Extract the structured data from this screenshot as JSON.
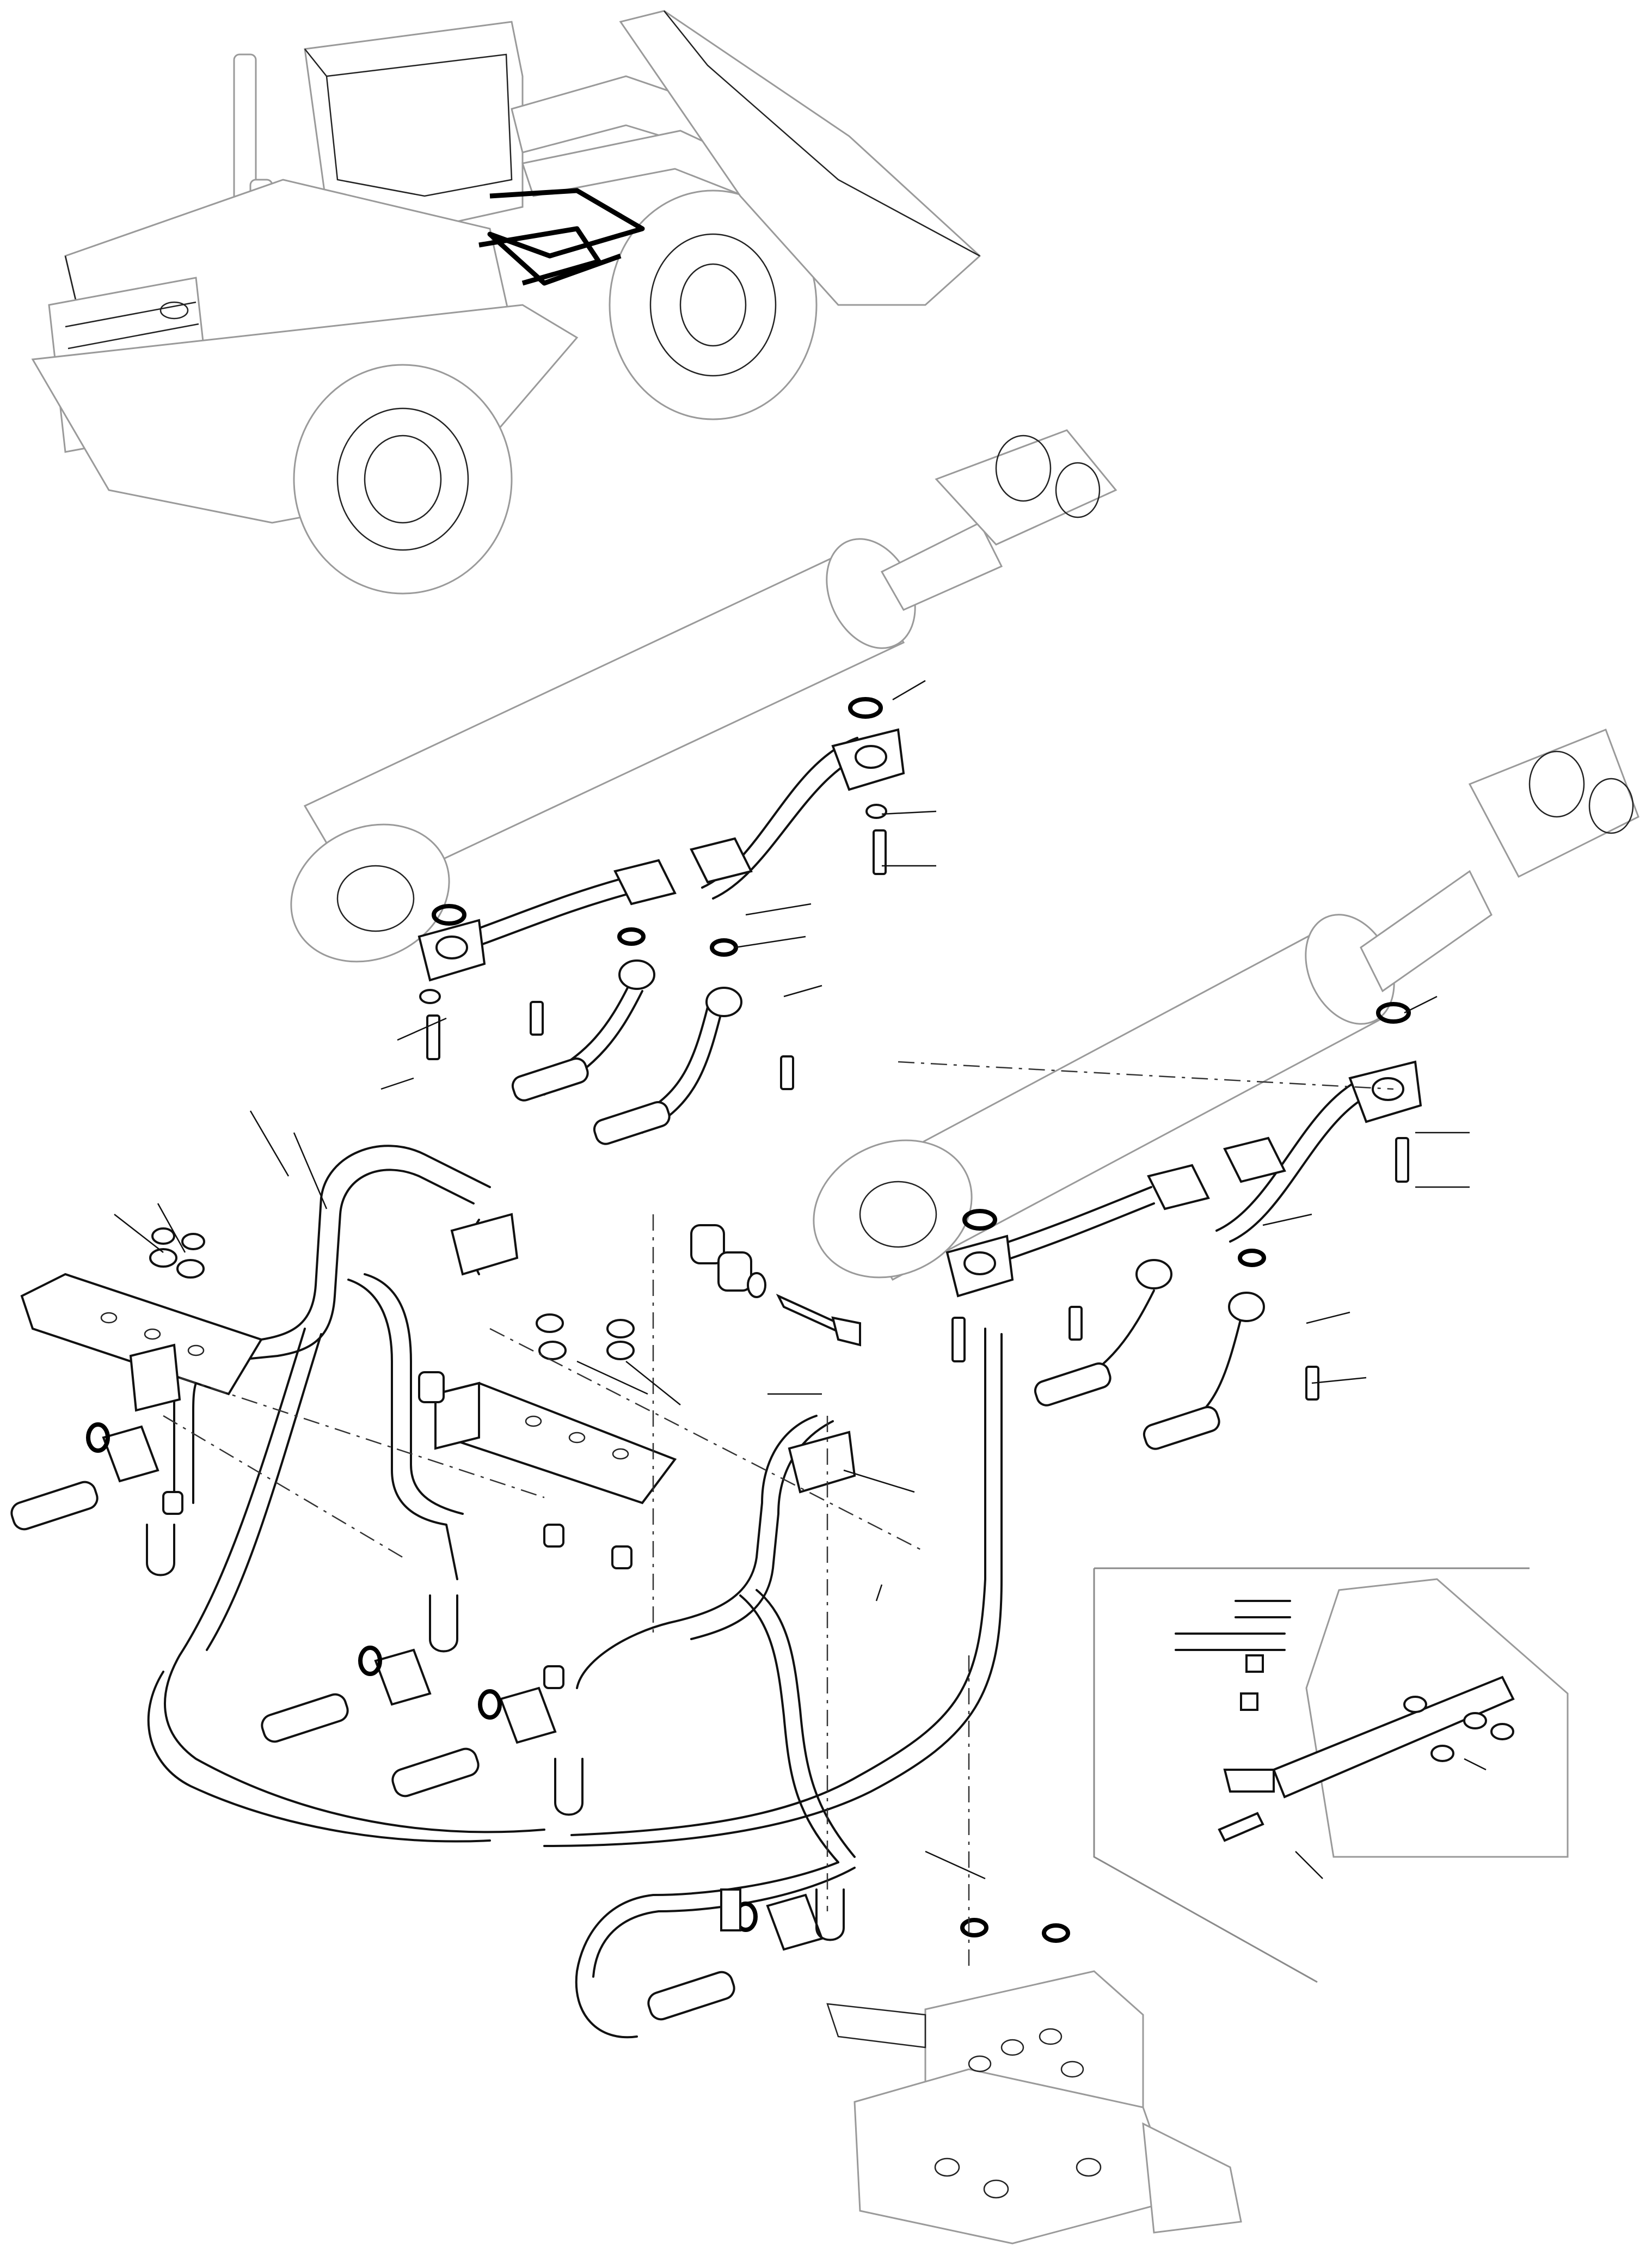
{
  "figure": {
    "colors": {
      "line": "#111111",
      "ghost": "#9a9a9a",
      "background": "#ffffff"
    },
    "components": [
      "wheel-loader-locator",
      "left-lift-cylinder",
      "right-lift-cylinder",
      "control-valve",
      "hydraulic-pipes",
      "mounting-brackets",
      "hose-assemblies",
      "detail-inset"
    ]
  }
}
